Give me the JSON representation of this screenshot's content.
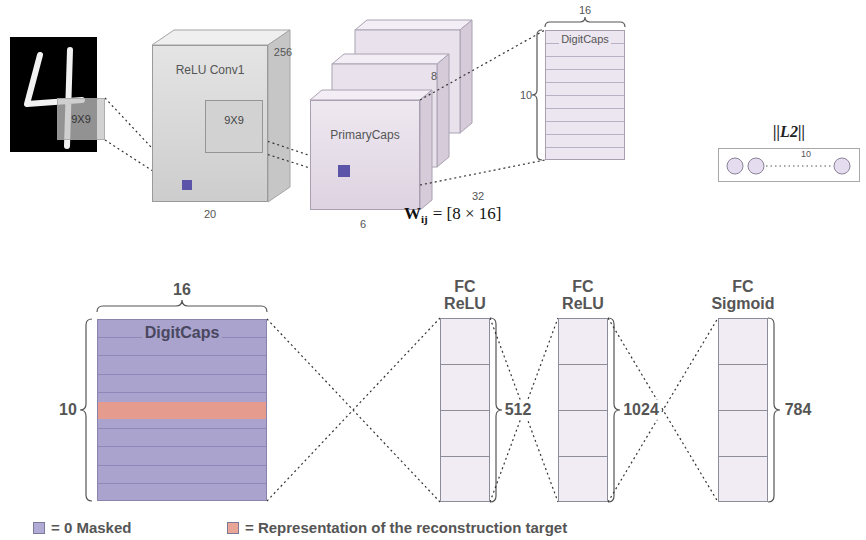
{
  "diagram": {
    "nodes": [
      {
        "text": [
          "9X9"
        ]
      },
      {
        "text": [
          "ReLU Conv1"
        ]
      },
      {
        "text": [
          "9X9"
        ],
        "in": 1
      },
      {
        "text": [
          "PrimaryCaps"
        ]
      },
      {
        "text": [
          "DigitCaps"
        ]
      },
      {
        "text": [
          "||L2||",
          "10"
        ]
      },
      {
        "text": [
          "DigitCaps"
        ]
      },
      {
        "text": [
          "FC ReLU"
        ]
      },
      {
        "text": [
          "FC ReLU"
        ]
      },
      {
        "text": [
          "FC Sigmoid"
        ]
      }
    ],
    "edges": [
      {
        "from": 0,
        "to": 1,
        "arrow": "none"
      },
      {
        "from": 2,
        "to": 3,
        "arrow": "none"
      },
      {
        "from": 3,
        "to": 4,
        "arrow": "none"
      },
      {
        "from": 6,
        "to": 7,
        "arrow": "none"
      },
      {
        "from": 7,
        "to": 8,
        "arrow": "none"
      },
      {
        "from": 8,
        "to": 9,
        "arrow": "none"
      }
    ],
    "labels": [
      "256",
      "20",
      "8",
      "32",
      "6",
      "16",
      "10",
      "W",
      "ij",
      "= [8 × 16]",
      "16",
      "10",
      "512",
      "1024",
      "784"
    ],
    "legend": [
      {
        "text": "= 0 Masked",
        "color": "#b1acd6"
      },
      {
        "text": "= Representation of the reconstruction target",
        "color": "#e9a596"
      }
    ]
  }
}
